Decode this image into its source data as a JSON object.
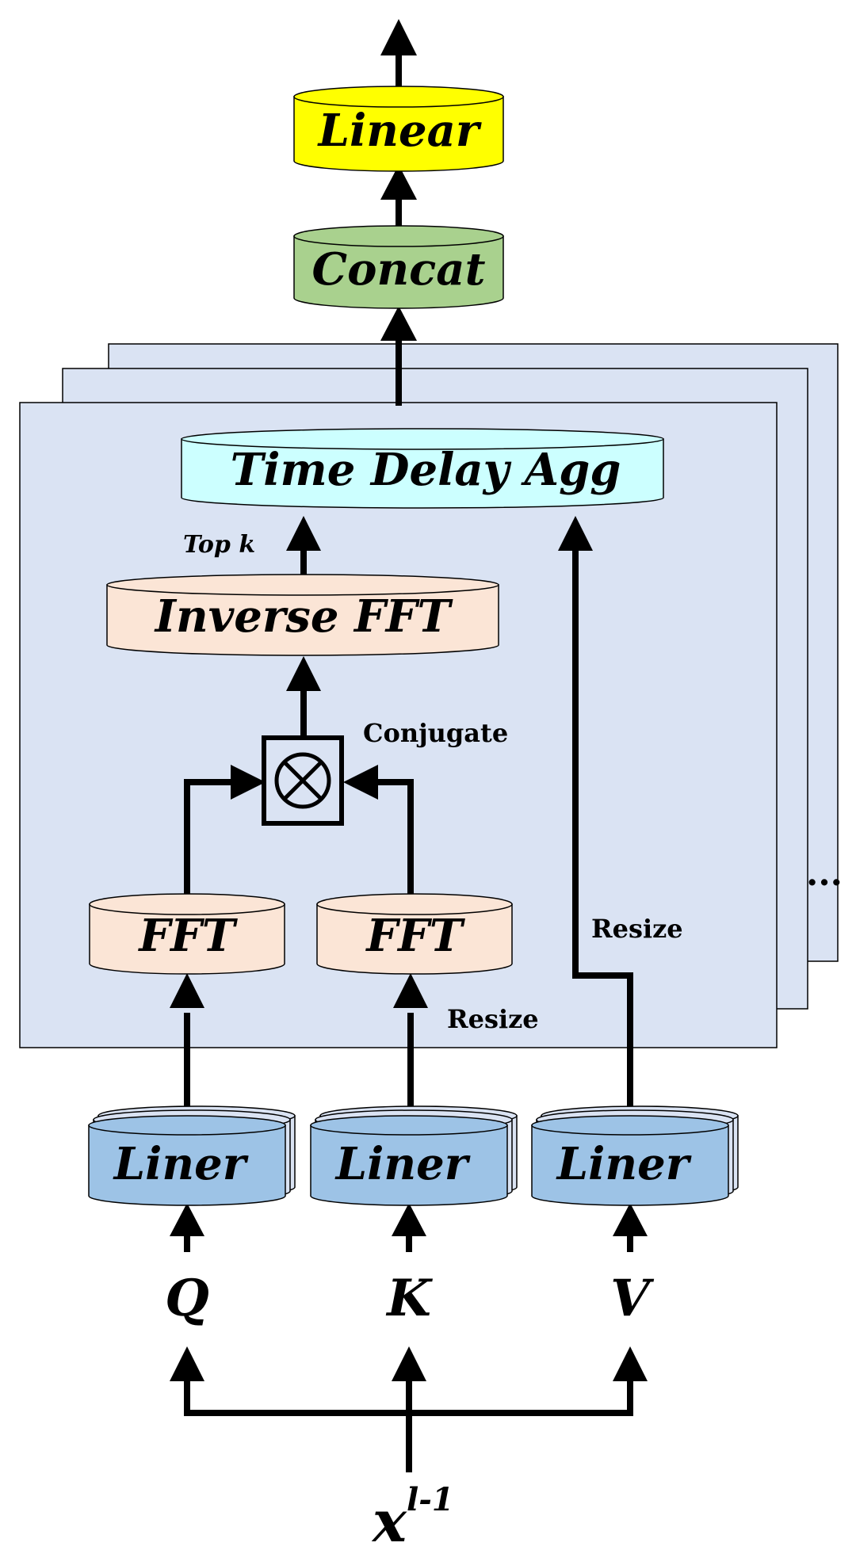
{
  "colors": {
    "linear_fill": "#ffff00",
    "concat_fill": "#a9d18e",
    "panel_fill": "#dae3f3",
    "time_delay_fill": "#ccffff",
    "fft_fill": "#fbe5d6",
    "liner_fill": "#9dc3e6",
    "liner_back_fill": "#dae3f3",
    "multiply_fill": "#dae3f3"
  },
  "blocks": {
    "linear": "Linear",
    "concat": "Concat",
    "time_delay_agg": "Time Delay Agg",
    "inverse_fft": "Inverse FFT",
    "fft_q": "FFT",
    "fft_k": "FFT",
    "liner_q": "Liner",
    "liner_k": "Liner",
    "liner_v": "Liner"
  },
  "annotations": {
    "top_k": "Top k",
    "conjugate": "Conjugate",
    "resize_k": "Resize",
    "resize_v": "Resize",
    "ellipsis": "..."
  },
  "inputs": {
    "q": "Q",
    "k": "K",
    "v": "V",
    "x_base": "x",
    "x_superscript": "l-1"
  },
  "icons": {
    "multiply": "circled-times-icon",
    "arrow": "arrowhead-icon"
  }
}
